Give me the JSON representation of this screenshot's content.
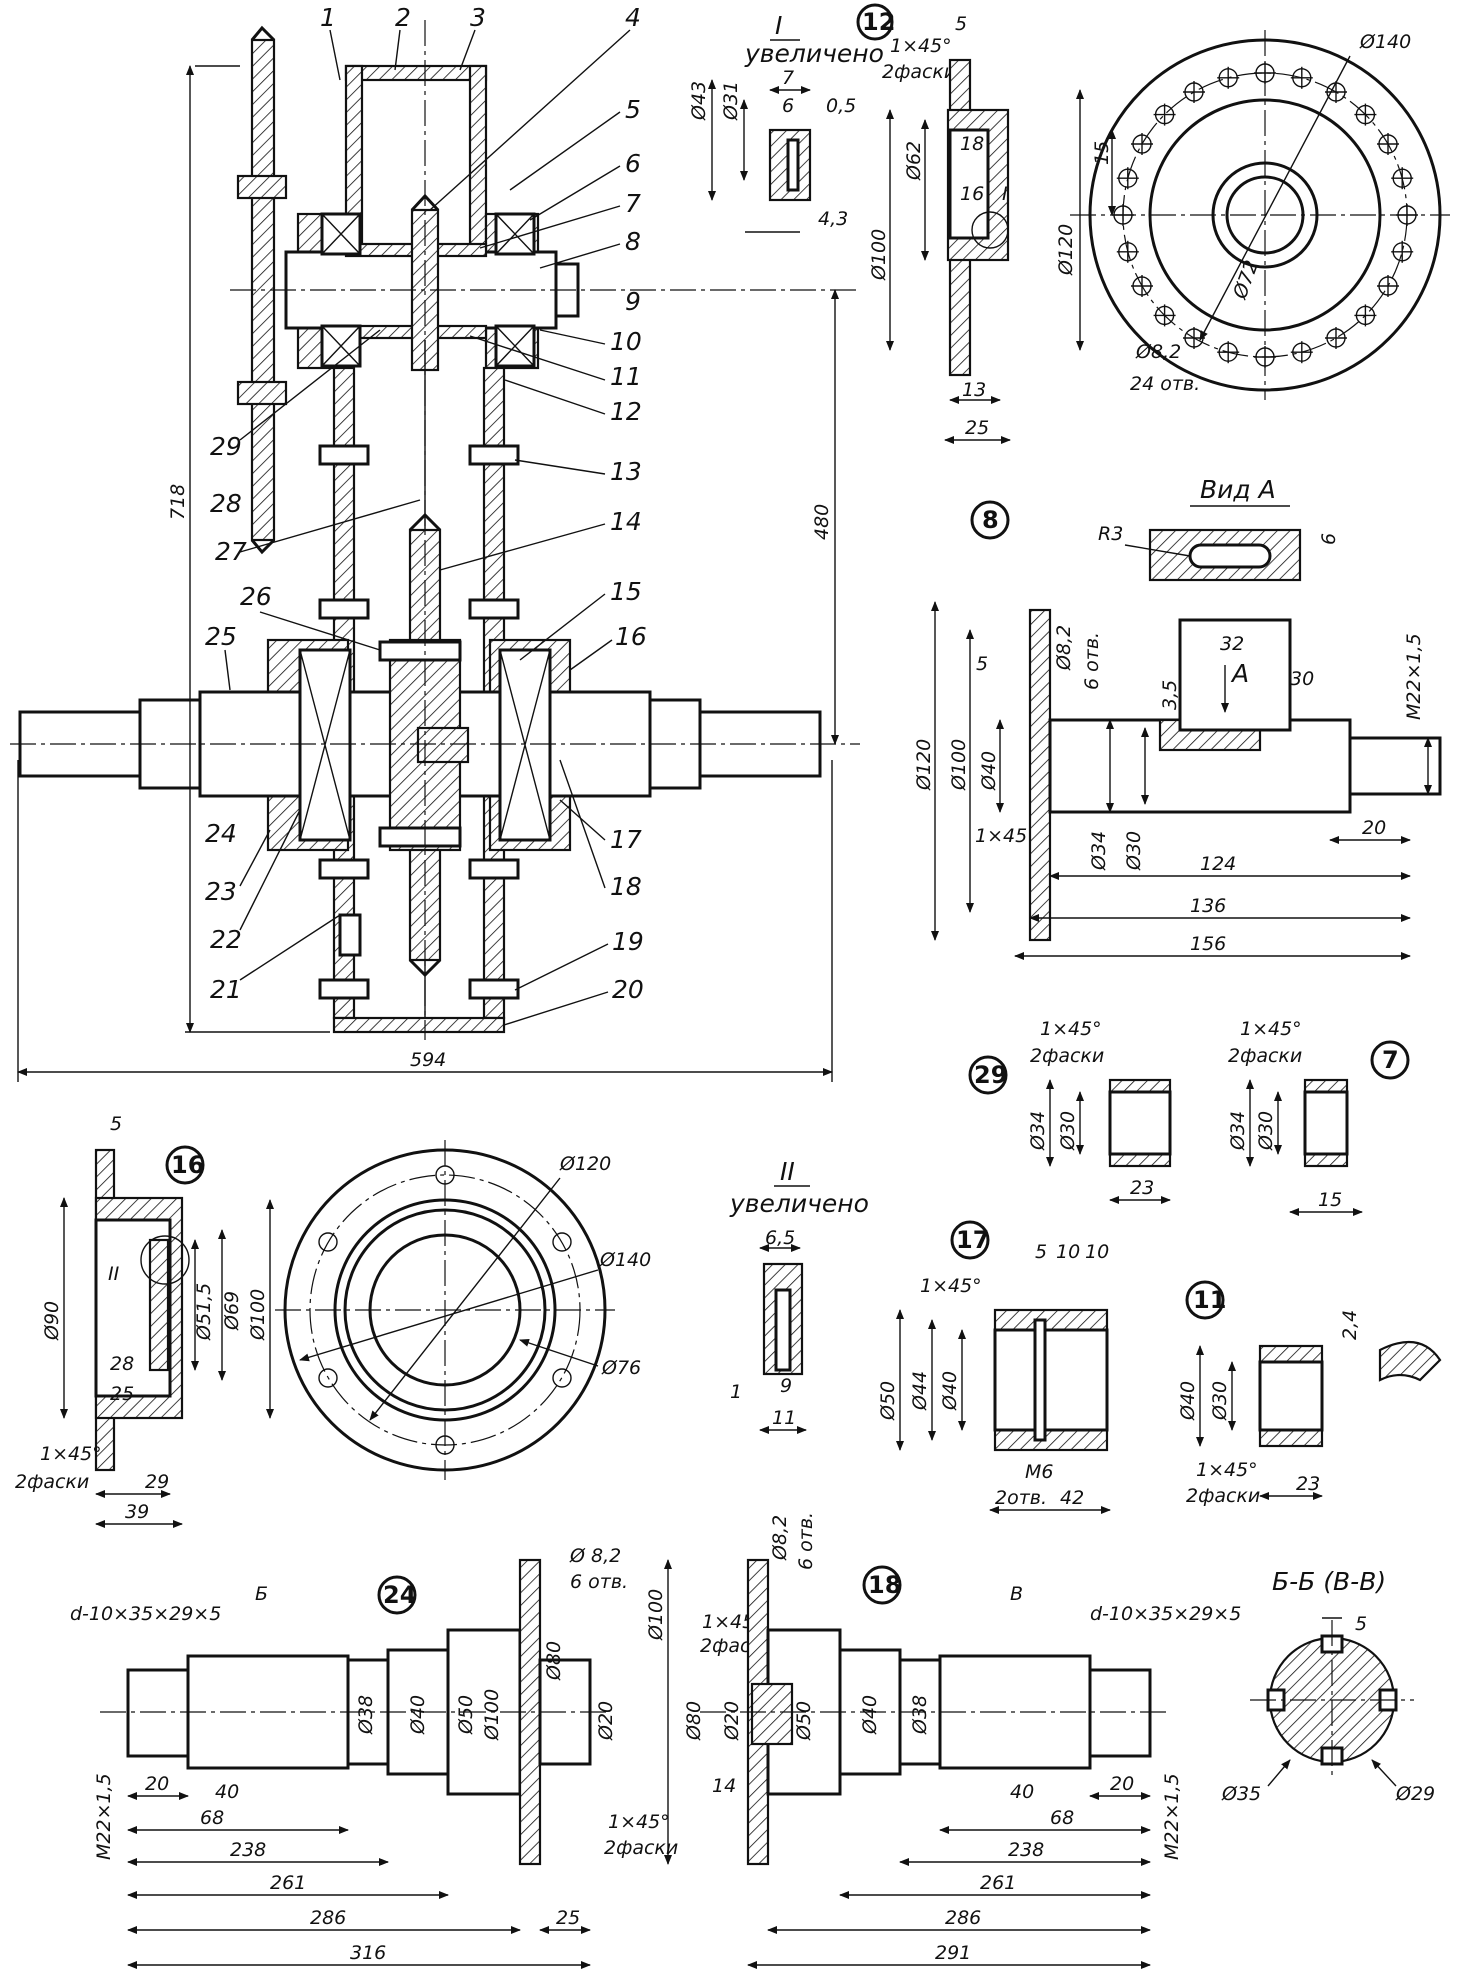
{
  "assembly": {
    "leaders": [
      "1",
      "2",
      "3",
      "4",
      "5",
      "6",
      "7",
      "8",
      "9",
      "10",
      "11",
      "12",
      "13",
      "14",
      "15",
      "16",
      "17",
      "18",
      "19",
      "20",
      "21",
      "22",
      "23",
      "24",
      "25",
      "26",
      "27",
      "28",
      "29"
    ],
    "dims": {
      "height": "718",
      "center_distance": "480",
      "width": "594"
    }
  },
  "part12": {
    "callout": "12",
    "detail_title": "I",
    "detail_sub": "увеличено",
    "chamfer": "1×45°",
    "chamfer_note": "2фаски",
    "dims": {
      "t5": "5",
      "d43": "Ø43",
      "d31": "Ø31",
      "w7": "7",
      "w6": "6",
      "w05": "0,5",
      "h43": "4,3",
      "d62": "Ø62",
      "d100": "Ø100",
      "d120": "Ø120",
      "d140": "Ø140",
      "d72": "Ø72",
      "d82": "Ø8,2",
      "holes": "24 отв.",
      "s15": "15",
      "s16": "16",
      "s18": "18",
      "b13": "13",
      "b25": "25",
      "mark": "I"
    }
  },
  "part8": {
    "callout": "8",
    "view_title": "Вид А",
    "dims": {
      "r3": "R3",
      "k6": "6",
      "k32": "32",
      "k35": "3,5",
      "arrowA": "А",
      "l30": "30",
      "thread": "M22×1,5",
      "d82": "Ø8,2",
      "holes": "6 отв.",
      "f5": "5",
      "d120": "Ø120",
      "d100": "Ø100",
      "d40": "Ø40",
      "ch": "1×45",
      "d34": "Ø34",
      "d30": "Ø30",
      "l20": "20",
      "l124": "124",
      "l136": "136",
      "l156": "156"
    }
  },
  "part29": {
    "callout": "29",
    "chamfer": "1×45°",
    "note": "2фаски",
    "d34": "Ø34",
    "d30": "Ø30",
    "len": "23"
  },
  "part7": {
    "callout": "7",
    "chamfer": "1×45°",
    "note": "2фаски",
    "d34": "Ø34",
    "d30": "Ø30",
    "len": "15"
  },
  "part16": {
    "callout": "16",
    "dims": {
      "t5": "5",
      "mark": "II",
      "d90": "Ø90",
      "d515": "Ø51,5",
      "d69": "Ø69",
      "d100": "Ø100",
      "l28": "28",
      "l25": "25",
      "ch": "1×45°",
      "note": "2фаски",
      "l29": "29",
      "l39": "39",
      "d120": "Ø120",
      "d140": "Ø140",
      "d76": "Ø76"
    }
  },
  "detail2": {
    "title": "II",
    "sub": "увеличено",
    "w65": "6,5",
    "w1": "1",
    "w9": "9",
    "w11": "11"
  },
  "part17": {
    "callout": "17",
    "chamfer": "1×45°",
    "l5": "5",
    "l10a": "10",
    "l10b": "10",
    "d50": "Ø50",
    "d44": "Ø44",
    "d40": "Ø40",
    "m6": "M6",
    "holes": "2отв.",
    "l42": "42"
  },
  "part11": {
    "callout": "11",
    "d40": "Ø40",
    "d30": "Ø30",
    "s24": "2,4",
    "ch": "1×45°",
    "note": "2фаски",
    "len": "23"
  },
  "part24": {
    "callout": "24",
    "dims": {
      "spline": "d-10×35×29×5",
      "secB": "Б",
      "d82": "Ø 8,2",
      "holes": "6 отв.",
      "d38": "Ø38",
      "d40": "Ø40",
      "d50": "Ø50",
      "d100": "Ø100",
      "d80": "Ø80",
      "d20": "Ø20",
      "thread": "M22×1,5",
      "l20": "20",
      "l40": "40",
      "l68": "68",
      "l238": "238",
      "l261": "261",
      "l286": "286",
      "l316": "316",
      "l25": "25",
      "ch": "1×45°",
      "note": "2фаски"
    }
  },
  "part18": {
    "callout": "18",
    "dims": {
      "d82": "Ø8,2",
      "holes": "6 отв.",
      "ch": "1×45°",
      "note": "2фаски",
      "d100": "Ø100",
      "d80": "Ø80",
      "d20": "Ø20",
      "d50": "Ø50",
      "d40": "Ø40",
      "d38": "Ø38",
      "l14": "14",
      "secV": "В",
      "spline": "d-10×35×29×5",
      "thread": "M22×1,5",
      "l20": "20",
      "l40": "40",
      "l68": "68",
      "l238": "238",
      "l261": "261",
      "l286": "286",
      "l291": "291"
    }
  },
  "section": {
    "title": "Б-Б (В-В)",
    "w5": "5",
    "d35": "Ø35",
    "d29": "Ø29"
  }
}
